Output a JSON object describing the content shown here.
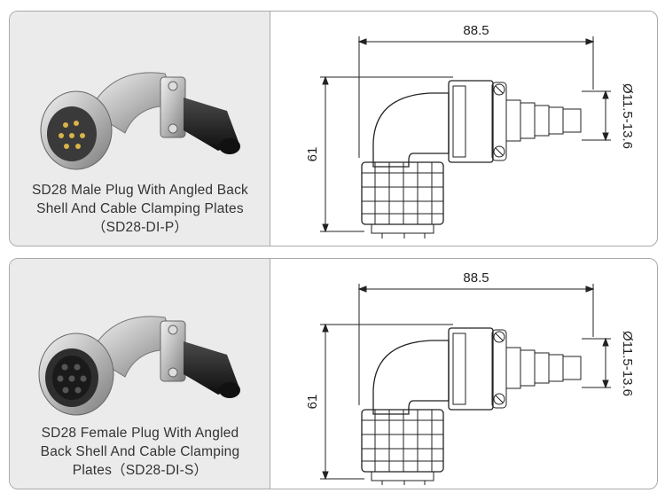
{
  "products": [
    {
      "caption_line1": "SD28 Male Plug With Angled Back",
      "caption_line2": "Shell And Cable Clamping Plates",
      "caption_line3": "（SD28-DI-P）",
      "dim_length": "88.5",
      "dim_height": "61",
      "dim_cable": "Ø11.5-13.6",
      "photo_icon": "male-angled-connector",
      "drawing_icon": "angled-connector-drawing"
    },
    {
      "caption_line1": "SD28 Female Plug With Angled",
      "caption_line2": "Back Shell And Cable Clamping",
      "caption_line3": "Plates（SD28-DI-S）",
      "dim_length": "88.5",
      "dim_height": "61",
      "dim_cable": "Ø11.5-13.6",
      "photo_icon": "female-angled-connector",
      "drawing_icon": "angled-connector-drawing"
    }
  ],
  "colors": {
    "panel_border": "#a9a9a9",
    "photo_bg": "#ebebeb",
    "metal": "#c8c8c8",
    "rubber": "#1e1e1e",
    "line": "#222222"
  }
}
